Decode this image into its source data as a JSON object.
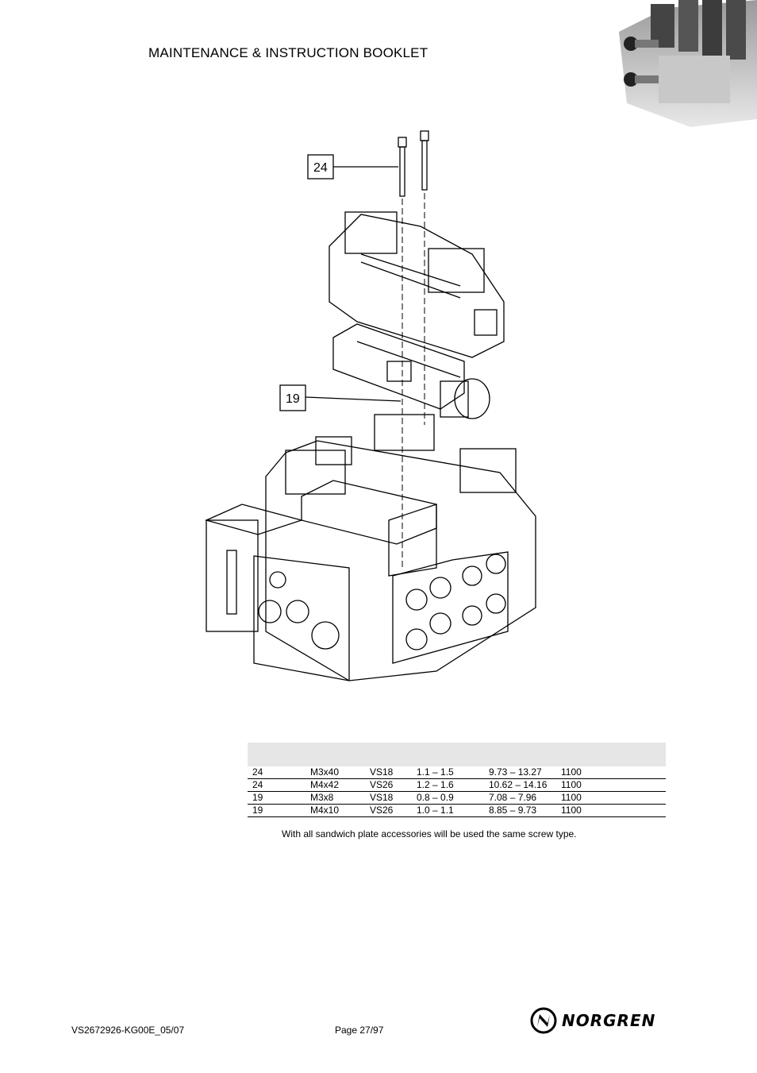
{
  "header": {
    "title": "MAINTENANCE & INSTRUCTION BOOKLET"
  },
  "drawing": {
    "callouts": [
      "24",
      "19"
    ]
  },
  "table": {
    "columns": [
      "",
      "",
      "",
      "",
      "",
      ""
    ],
    "rows": [
      [
        "24",
        "M3x40",
        "VS18",
        "1.1 – 1.5",
        "9.73 – 13.27",
        "1100"
      ],
      [
        "24",
        "M4x42",
        "VS26",
        "1.2 – 1.6",
        "10.62 – 14.16",
        "1100"
      ],
      [
        "19",
        "M3x8",
        "VS18",
        "0.8 – 0.9",
        "7.08 – 7.96",
        "1100"
      ],
      [
        "19",
        "M4x10",
        "VS26",
        "1.0 – 1.1",
        "8.85 – 9.73",
        "1100"
      ]
    ]
  },
  "note": "With all sandwich plate accessories will be used the same screw type.",
  "footer": {
    "doc_id": "VS2672926-KG00E_05/07",
    "page": "Page 27/97",
    "brand": "NORGREN"
  }
}
